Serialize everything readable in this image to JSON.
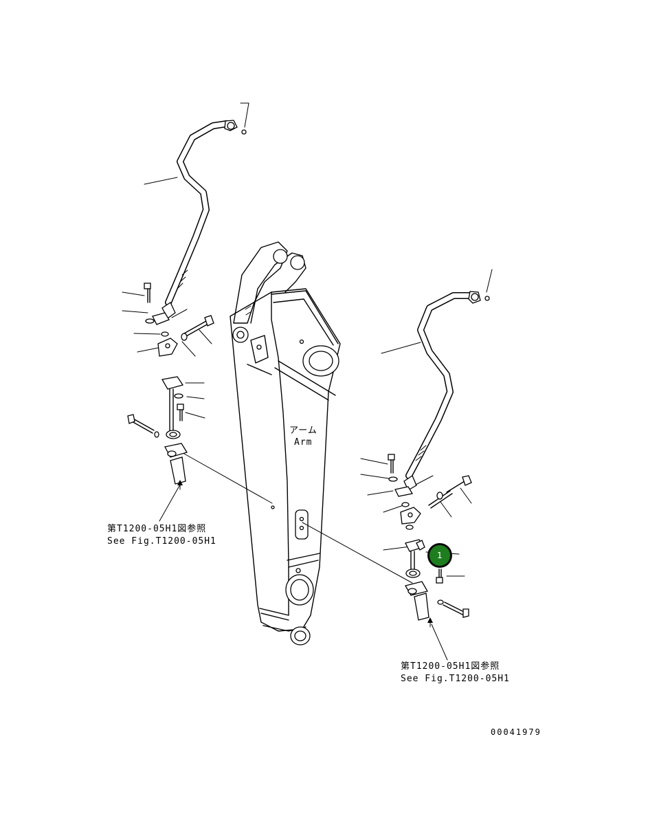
{
  "labels": {
    "arm_jp": "アーム",
    "arm_en": "Arm",
    "ref_left_jp": "第T1200-05H1図参照",
    "ref_left_en": "See Fig.T1200-05H1",
    "ref_right_jp": "第T1200-05H1図参照",
    "ref_right_en": "See Fig.T1200-05H1",
    "drawing_number": "00041979"
  },
  "callout": {
    "number": "1",
    "fill_color": "#1e7d1e",
    "ring_color": "#0a0a0a"
  }
}
